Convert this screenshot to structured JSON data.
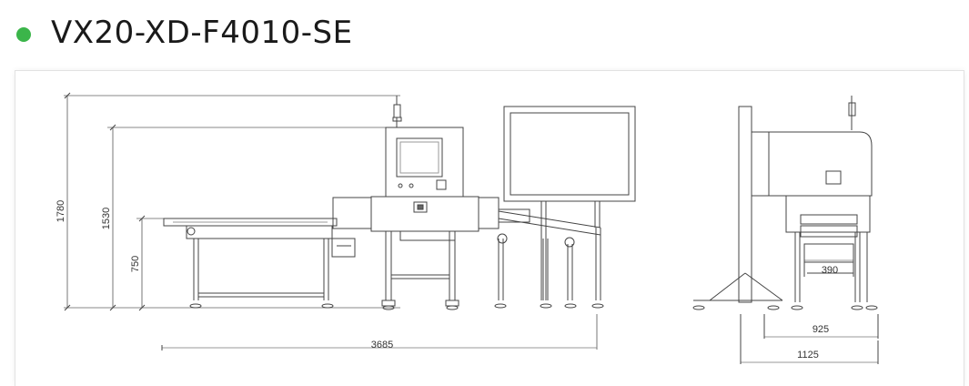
{
  "header": {
    "model_name": "VX20-XD-F4010-SE",
    "status_dot_color": "#3bb54a"
  },
  "drawing": {
    "front_view": {
      "height_total": "1780",
      "height_machine": "1530",
      "height_conveyor": "750",
      "length_total": "3685"
    },
    "side_view": {
      "inner_width": "390",
      "base_width": "925",
      "total_width": "1125"
    }
  }
}
